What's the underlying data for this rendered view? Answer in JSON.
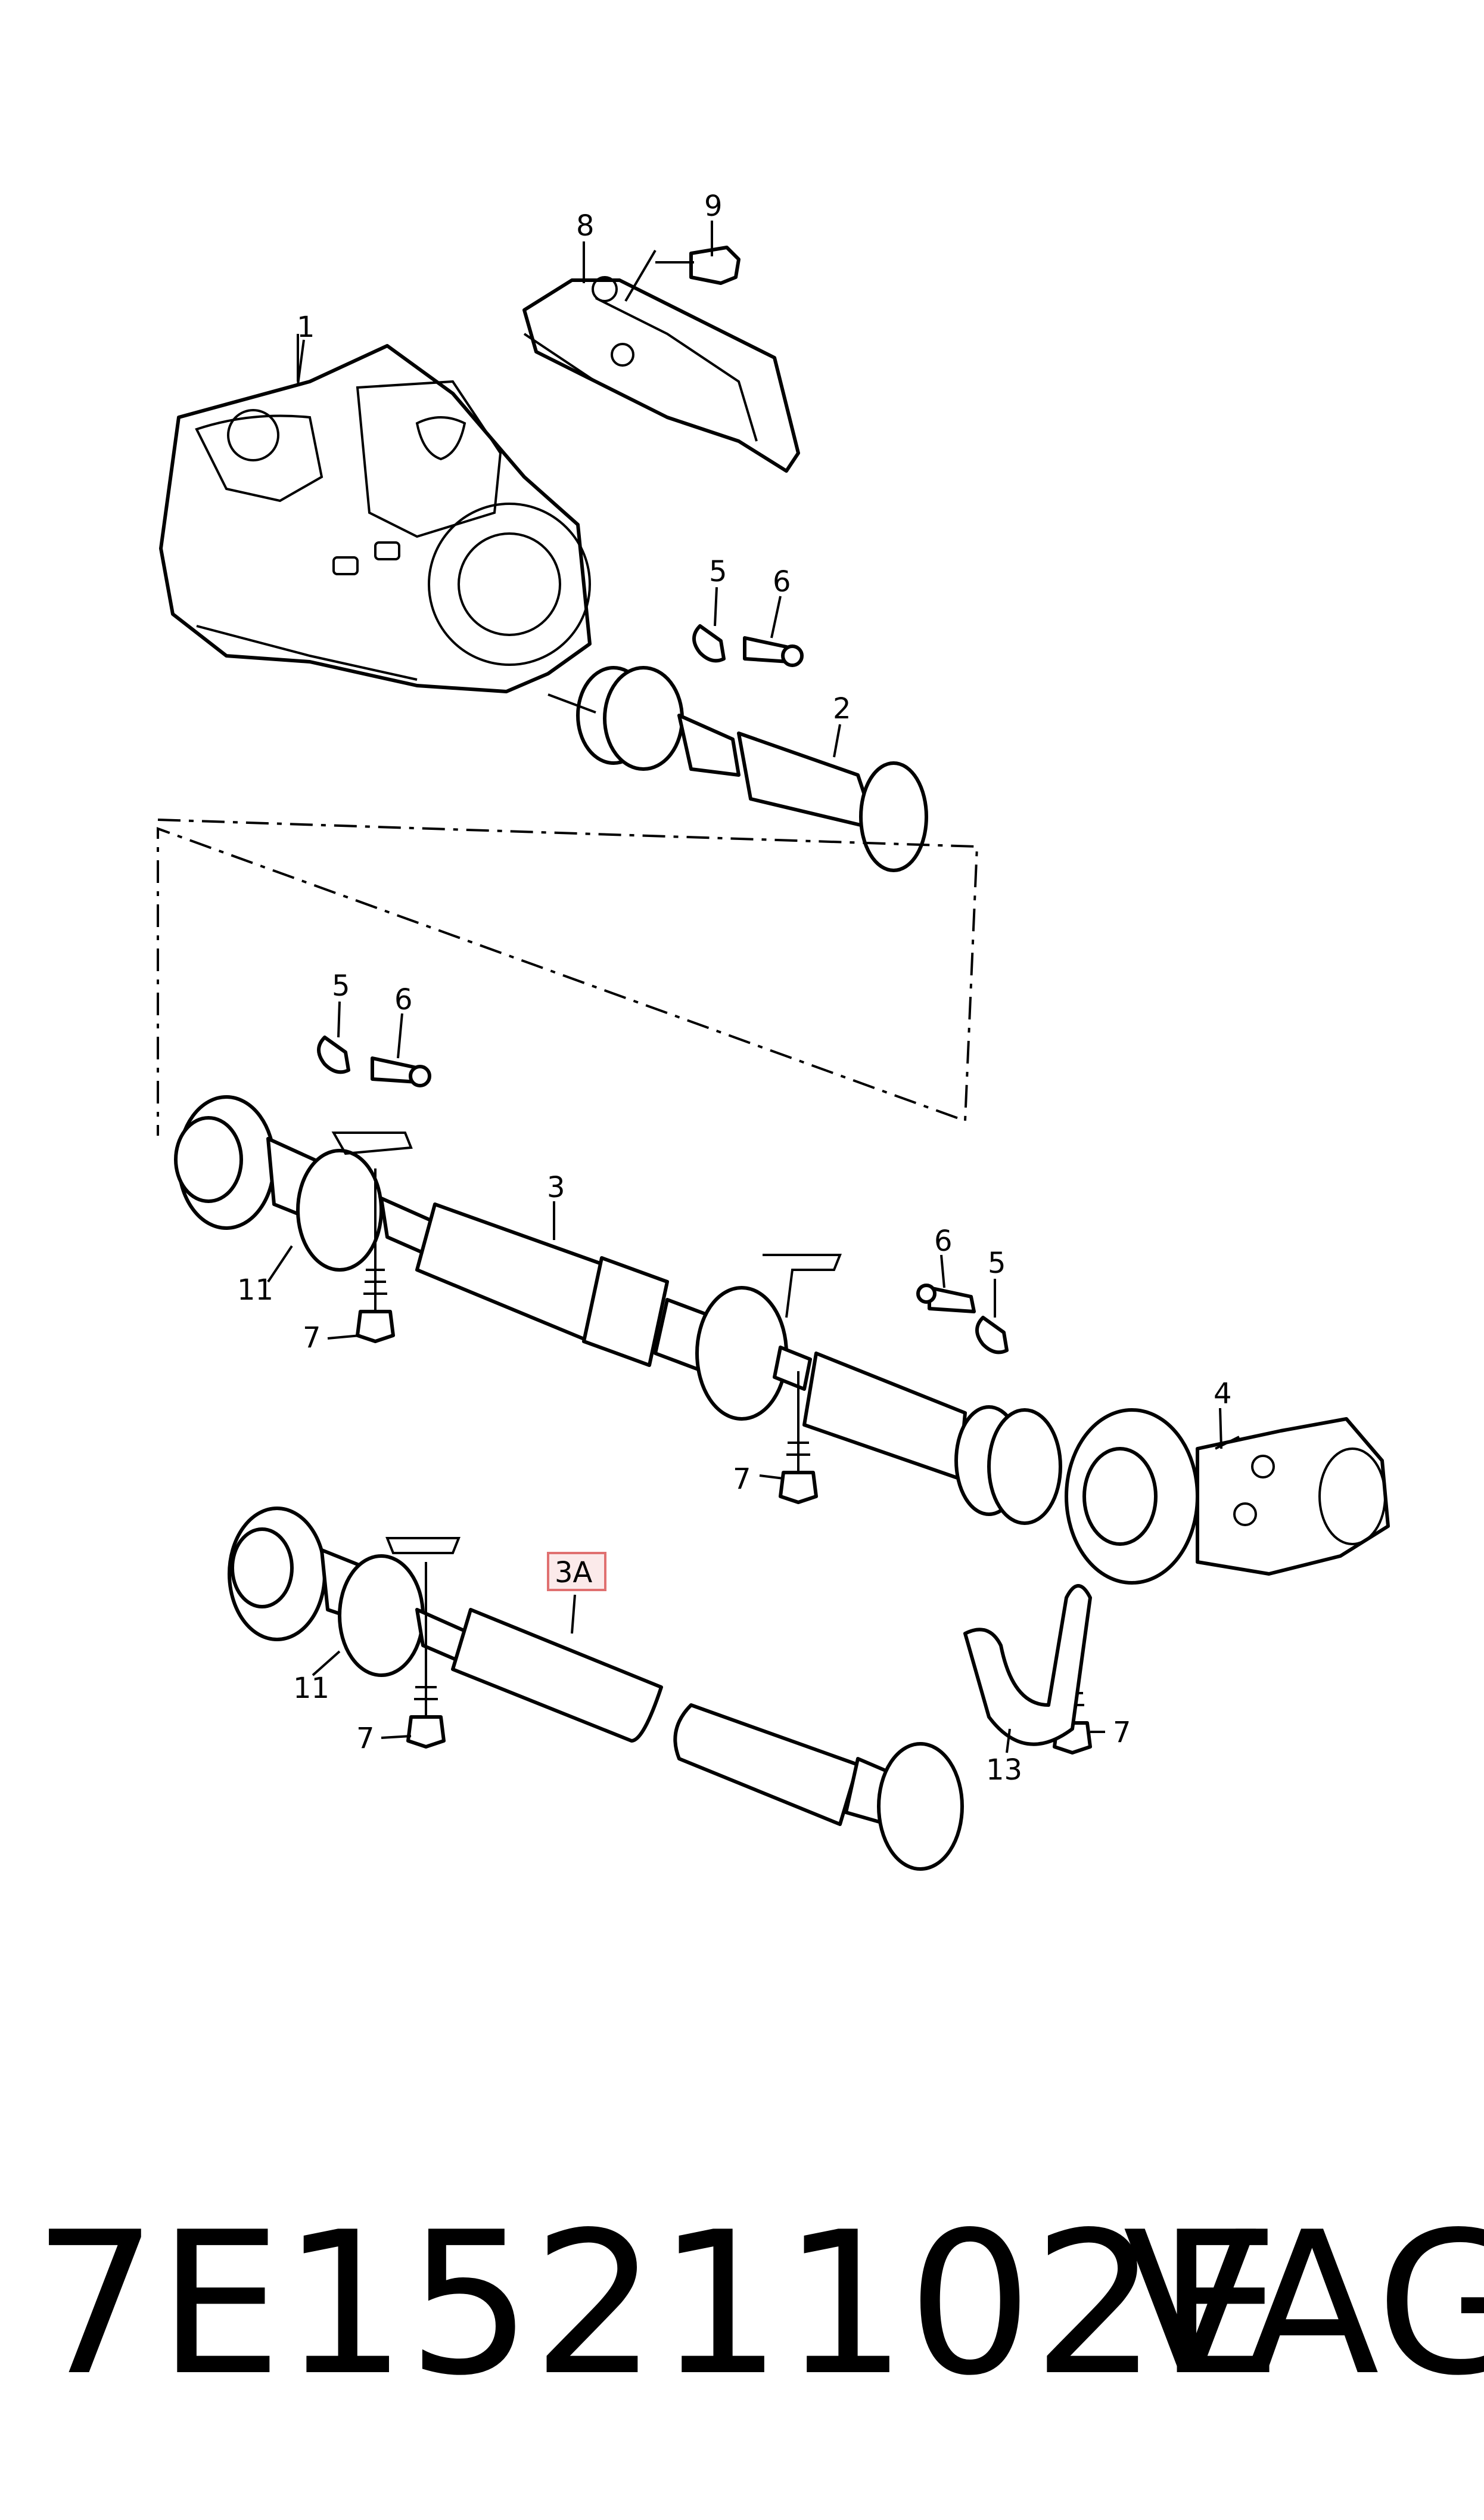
{
  "callouts": {
    "c1": "1",
    "c2": "2",
    "c3": "3",
    "c3a": "3A",
    "c4": "4",
    "c5a": "5",
    "c5b": "5",
    "c5c": "5",
    "c6a": "6",
    "c6b": "6",
    "c6c": "6",
    "c7a": "7",
    "c7b": "7",
    "c7c": "7",
    "c7d": "7",
    "c8": "8",
    "c9": "9",
    "c11a": "11",
    "c11b": "11",
    "c13": "13"
  },
  "footer": {
    "part_number": "7E1521102E",
    "brand": "VAG"
  },
  "colors": {
    "line": "#000000",
    "highlight_box": "#e07070",
    "highlight_fill": "#fbeaea"
  }
}
